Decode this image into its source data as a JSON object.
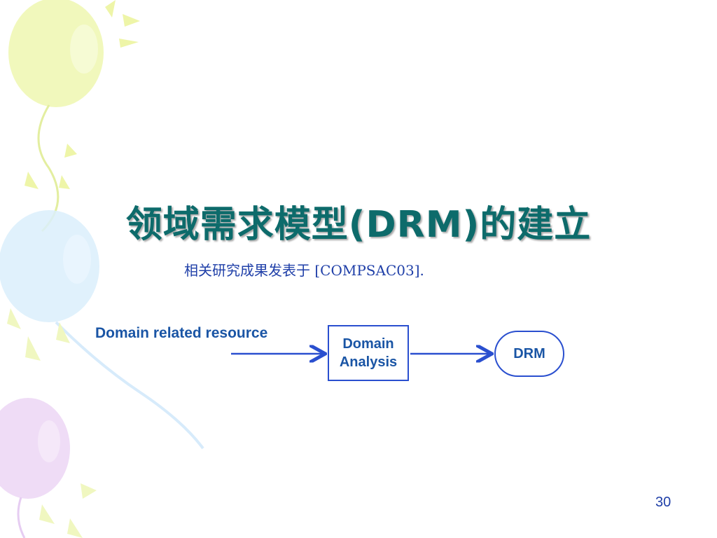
{
  "slide": {
    "title": "领域需求模型(DRM)的建立",
    "subtitle": "相关研究成果发表于 [COMPSAC03].",
    "page_number": "30"
  },
  "diagram": {
    "input_label": "Domain related resource",
    "process_box": "Domain\nAnalysis",
    "output_box": "DRM"
  },
  "colors": {
    "title": "#0d6b6b",
    "text_blue": "#1a55a5",
    "arrow_blue": "#2a4fcf",
    "balloon_yellow": "#eef7b0",
    "balloon_blue": "#dbeefc",
    "balloon_purple": "#ecd6f5"
  }
}
